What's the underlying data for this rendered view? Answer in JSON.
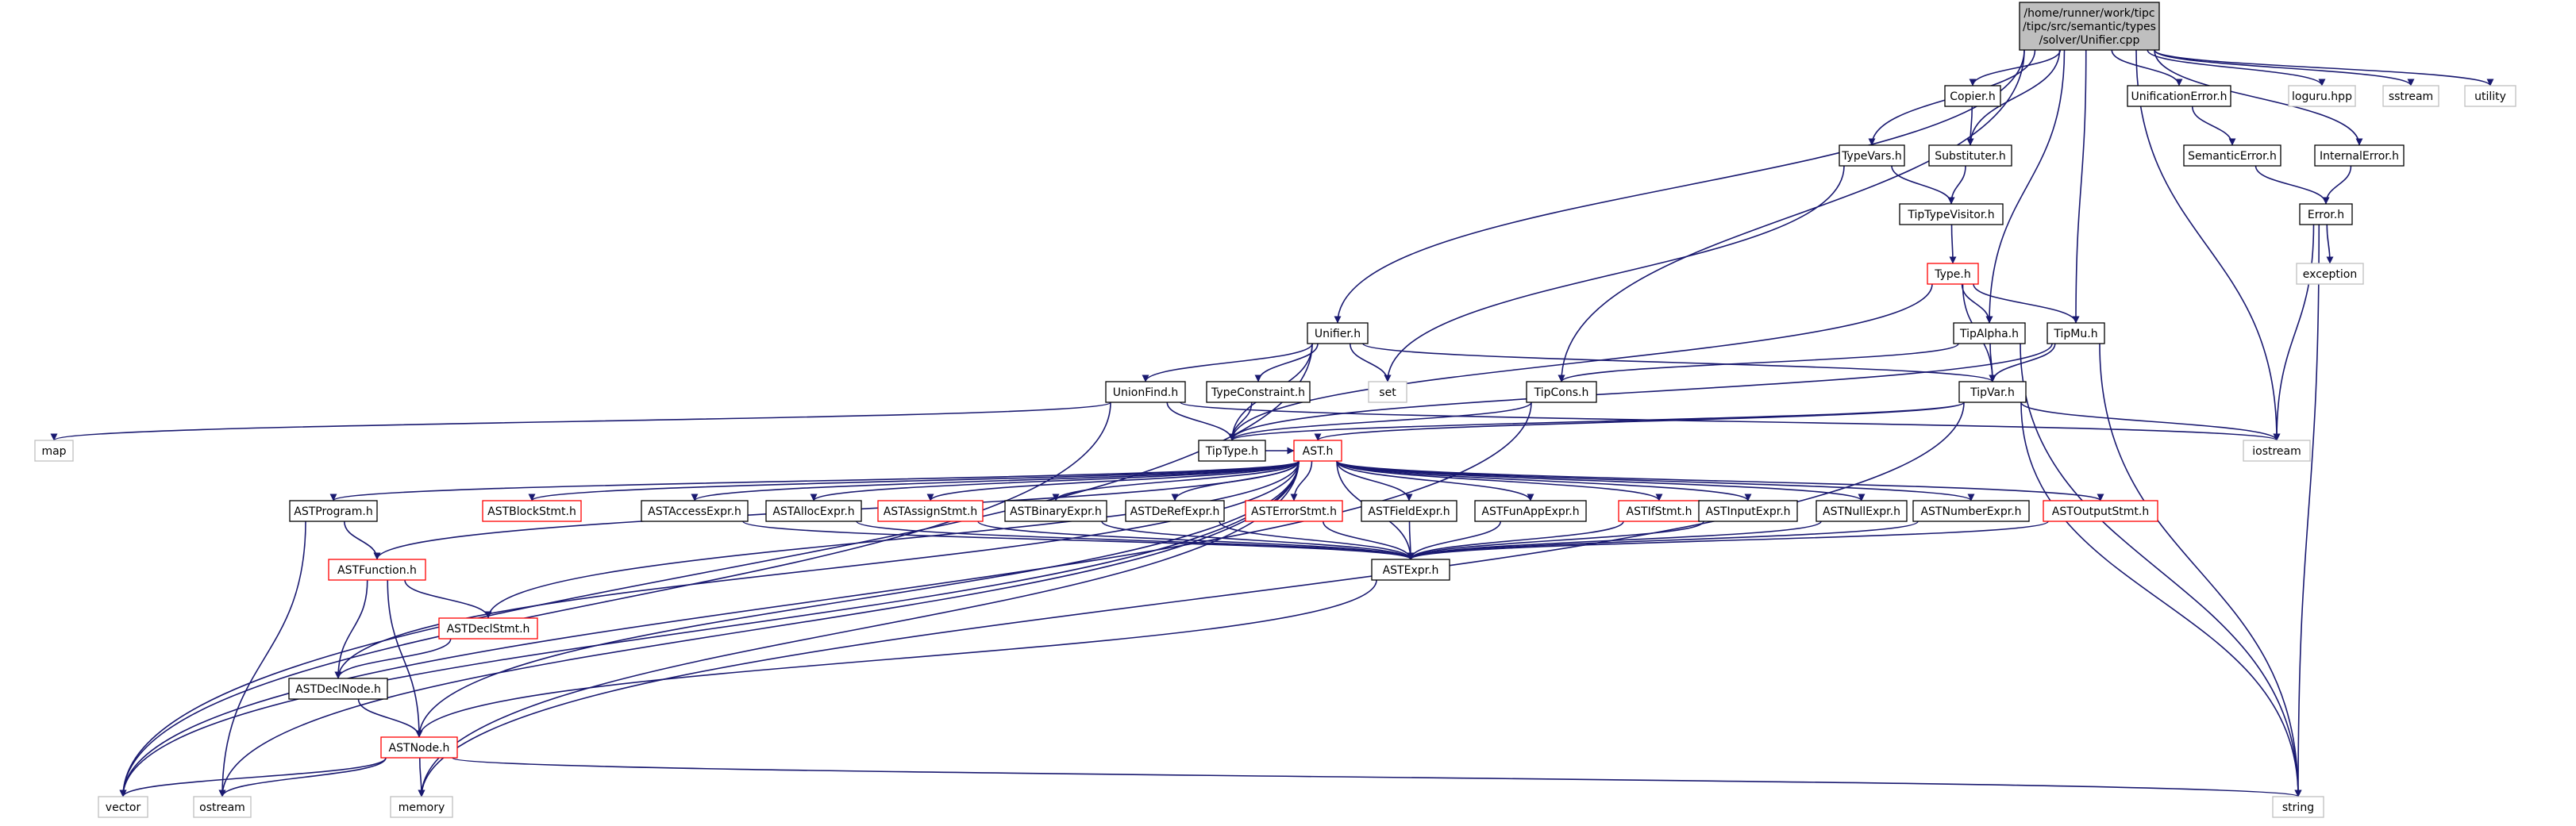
{
  "graph": {
    "title": "/home/runner/work/tipc/tipc/src/semantic/types/solver/Unifier.cpp",
    "colors": {
      "edge": "#191970",
      "node_border_normal": "#000000",
      "node_border_incomplete": "#ff0000",
      "node_border_system": "#bfbfbf",
      "root_fill": "#bfbfbf",
      "node_fill": "#ffffff"
    },
    "nodes": [
      {
        "id": "root",
        "label": "/home/runner/work/tipc\n/tipc/src/semantic/types\n/solver/Unifier.cpp",
        "kind": "root"
      },
      {
        "id": "copier",
        "label": "Copier.h",
        "kind": "normal"
      },
      {
        "id": "unificationerror",
        "label": "UnificationError.h",
        "kind": "normal"
      },
      {
        "id": "loguru",
        "label": "loguru.hpp",
        "kind": "system"
      },
      {
        "id": "sstream",
        "label": "sstream",
        "kind": "system"
      },
      {
        "id": "utility",
        "label": "utility",
        "kind": "system"
      },
      {
        "id": "typevars",
        "label": "TypeVars.h",
        "kind": "normal"
      },
      {
        "id": "substituter",
        "label": "Substituter.h",
        "kind": "normal"
      },
      {
        "id": "semanticerror",
        "label": "SemanticError.h",
        "kind": "normal"
      },
      {
        "id": "internalerror",
        "label": "InternalError.h",
        "kind": "normal"
      },
      {
        "id": "tiptypevisitor",
        "label": "TipTypeVisitor.h",
        "kind": "normal"
      },
      {
        "id": "error",
        "label": "Error.h",
        "kind": "normal"
      },
      {
        "id": "typeh",
        "label": "Type.h",
        "kind": "incomplete"
      },
      {
        "id": "exception",
        "label": "exception",
        "kind": "system"
      },
      {
        "id": "unifier",
        "label": "Unifier.h",
        "kind": "normal"
      },
      {
        "id": "tipalpha",
        "label": "TipAlpha.h",
        "kind": "normal"
      },
      {
        "id": "tipmu",
        "label": "TipMu.h",
        "kind": "normal"
      },
      {
        "id": "set",
        "label": "set",
        "kind": "system"
      },
      {
        "id": "unionfind",
        "label": "UnionFind.h",
        "kind": "normal"
      },
      {
        "id": "typeconstraint",
        "label": "TypeConstraint.h",
        "kind": "normal"
      },
      {
        "id": "tipcons",
        "label": "TipCons.h",
        "kind": "normal"
      },
      {
        "id": "tipvar",
        "label": "TipVar.h",
        "kind": "normal"
      },
      {
        "id": "map",
        "label": "map",
        "kind": "system"
      },
      {
        "id": "tiptype",
        "label": "TipType.h",
        "kind": "normal"
      },
      {
        "id": "ast",
        "label": "AST.h",
        "kind": "incomplete"
      },
      {
        "id": "iostream",
        "label": "iostream",
        "kind": "system"
      },
      {
        "id": "astprogram",
        "label": "ASTProgram.h",
        "kind": "normal"
      },
      {
        "id": "astblockstmt",
        "label": "ASTBlockStmt.h",
        "kind": "incomplete"
      },
      {
        "id": "astaccessexpr",
        "label": "ASTAccessExpr.h",
        "kind": "normal"
      },
      {
        "id": "astallocexpr",
        "label": "ASTAllocExpr.h",
        "kind": "normal"
      },
      {
        "id": "astassignstmt",
        "label": "ASTAssignStmt.h",
        "kind": "incomplete"
      },
      {
        "id": "astbinaryexpr",
        "label": "ASTBinaryExpr.h",
        "kind": "normal"
      },
      {
        "id": "astderefexpr",
        "label": "ASTDeRefExpr.h",
        "kind": "normal"
      },
      {
        "id": "asterrorstmt",
        "label": "ASTErrorStmt.h",
        "kind": "incomplete"
      },
      {
        "id": "astfieldexpr",
        "label": "ASTFieldExpr.h",
        "kind": "normal"
      },
      {
        "id": "astfunappexpr",
        "label": "ASTFunAppExpr.h",
        "kind": "normal"
      },
      {
        "id": "astifstmt",
        "label": "ASTIfStmt.h",
        "kind": "incomplete"
      },
      {
        "id": "astinputexpr",
        "label": "ASTInputExpr.h",
        "kind": "normal"
      },
      {
        "id": "astnullexpr",
        "label": "ASTNullExpr.h",
        "kind": "normal"
      },
      {
        "id": "astnumberexpr",
        "label": "ASTNumberExpr.h",
        "kind": "normal"
      },
      {
        "id": "astoutputstmt",
        "label": "ASTOutputStmt.h",
        "kind": "incomplete"
      },
      {
        "id": "astfunction",
        "label": "ASTFunction.h",
        "kind": "incomplete"
      },
      {
        "id": "astexpr",
        "label": "ASTExpr.h",
        "kind": "normal"
      },
      {
        "id": "astdeclstmt",
        "label": "ASTDeclStmt.h",
        "kind": "incomplete"
      },
      {
        "id": "astdeclnode",
        "label": "ASTDeclNode.h",
        "kind": "normal"
      },
      {
        "id": "astnode",
        "label": "ASTNode.h",
        "kind": "incomplete"
      },
      {
        "id": "vector",
        "label": "vector",
        "kind": "system"
      },
      {
        "id": "ostream",
        "label": "ostream",
        "kind": "system"
      },
      {
        "id": "memory",
        "label": "memory",
        "kind": "system"
      },
      {
        "id": "string",
        "label": "string",
        "kind": "system"
      }
    ],
    "edges": [
      [
        "root",
        "copier"
      ],
      [
        "root",
        "unificationerror"
      ],
      [
        "root",
        "loguru"
      ],
      [
        "root",
        "sstream"
      ],
      [
        "root",
        "utility"
      ],
      [
        "root",
        "typevars"
      ],
      [
        "root",
        "substituter"
      ],
      [
        "root",
        "internalerror"
      ],
      [
        "root",
        "unifier"
      ],
      [
        "root",
        "tipcons"
      ],
      [
        "root",
        "tipalpha"
      ],
      [
        "root",
        "tipmu"
      ],
      [
        "root",
        "iostream"
      ],
      [
        "copier",
        "substituter"
      ],
      [
        "unificationerror",
        "semanticerror"
      ],
      [
        "semanticerror",
        "error"
      ],
      [
        "internalerror",
        "error"
      ],
      [
        "error",
        "exception"
      ],
      [
        "error",
        "iostream"
      ],
      [
        "error",
        "string"
      ],
      [
        "typevars",
        "tiptypevisitor"
      ],
      [
        "typevars",
        "set"
      ],
      [
        "substituter",
        "tiptypevisitor"
      ],
      [
        "tiptypevisitor",
        "typeh"
      ],
      [
        "typeh",
        "tipalpha"
      ],
      [
        "typeh",
        "tipmu"
      ],
      [
        "typeh",
        "tipvar"
      ],
      [
        "typeh",
        "tiptype"
      ],
      [
        "tipalpha",
        "tipvar"
      ],
      [
        "tipalpha",
        "tipcons"
      ],
      [
        "tipalpha",
        "string"
      ],
      [
        "tipmu",
        "tipvar"
      ],
      [
        "tipmu",
        "tiptype"
      ],
      [
        "tipmu",
        "string"
      ],
      [
        "unifier",
        "unionfind"
      ],
      [
        "unifier",
        "typeconstraint"
      ],
      [
        "unifier",
        "set"
      ],
      [
        "unifier",
        "tipvar"
      ],
      [
        "unifier",
        "tiptype"
      ],
      [
        "unifier",
        "vector"
      ],
      [
        "unionfind",
        "map"
      ],
      [
        "unionfind",
        "tiptype"
      ],
      [
        "unionfind",
        "vector"
      ],
      [
        "unionfind",
        "iostream"
      ],
      [
        "typeconstraint",
        "tiptype"
      ],
      [
        "tipcons",
        "tiptype"
      ],
      [
        "tipcons",
        "vector"
      ],
      [
        "tipvar",
        "tiptype"
      ],
      [
        "tipvar",
        "ast"
      ],
      [
        "tipvar",
        "iostream"
      ],
      [
        "tipvar",
        "string"
      ],
      [
        "tipvar",
        "memory"
      ],
      [
        "tiptype",
        "ast"
      ],
      [
        "ast",
        "astprogram"
      ],
      [
        "ast",
        "astblockstmt"
      ],
      [
        "ast",
        "astaccessexpr"
      ],
      [
        "ast",
        "astallocexpr"
      ],
      [
        "ast",
        "astassignstmt"
      ],
      [
        "ast",
        "astbinaryexpr"
      ],
      [
        "ast",
        "astderefexpr"
      ],
      [
        "ast",
        "asterrorstmt"
      ],
      [
        "ast",
        "astfieldexpr"
      ],
      [
        "ast",
        "astfunappexpr"
      ],
      [
        "ast",
        "astifstmt"
      ],
      [
        "ast",
        "astinputexpr"
      ],
      [
        "ast",
        "astnullexpr"
      ],
      [
        "ast",
        "astnumberexpr"
      ],
      [
        "ast",
        "astoutputstmt"
      ],
      [
        "ast",
        "astfunction"
      ],
      [
        "ast",
        "astdeclstmt"
      ],
      [
        "ast",
        "astdeclnode"
      ],
      [
        "ast",
        "astnode"
      ],
      [
        "ast",
        "astexpr"
      ],
      [
        "ast",
        "vector"
      ],
      [
        "ast",
        "ostream"
      ],
      [
        "ast",
        "memory"
      ],
      [
        "astprogram",
        "astfunction"
      ],
      [
        "astprogram",
        "ostream"
      ],
      [
        "astfunction",
        "astdeclstmt"
      ],
      [
        "astfunction",
        "astdeclnode"
      ],
      [
        "astfunction",
        "astnode"
      ],
      [
        "astdeclstmt",
        "astdeclnode"
      ],
      [
        "astdeclnode",
        "astnode"
      ],
      [
        "astaccessexpr",
        "astexpr"
      ],
      [
        "astallocexpr",
        "astexpr"
      ],
      [
        "astassignstmt",
        "astexpr"
      ],
      [
        "astbinaryexpr",
        "astexpr"
      ],
      [
        "astderefexpr",
        "astexpr"
      ],
      [
        "asterrorstmt",
        "astexpr"
      ],
      [
        "astfieldexpr",
        "astexpr"
      ],
      [
        "astfunappexpr",
        "astexpr"
      ],
      [
        "astifstmt",
        "astexpr"
      ],
      [
        "astinputexpr",
        "astexpr"
      ],
      [
        "astnullexpr",
        "astexpr"
      ],
      [
        "astnumberexpr",
        "astexpr"
      ],
      [
        "astoutputstmt",
        "astexpr"
      ],
      [
        "astexpr",
        "astnode"
      ],
      [
        "astnode",
        "vector"
      ],
      [
        "astnode",
        "ostream"
      ],
      [
        "astnode",
        "memory"
      ],
      [
        "astnode",
        "string"
      ]
    ]
  }
}
